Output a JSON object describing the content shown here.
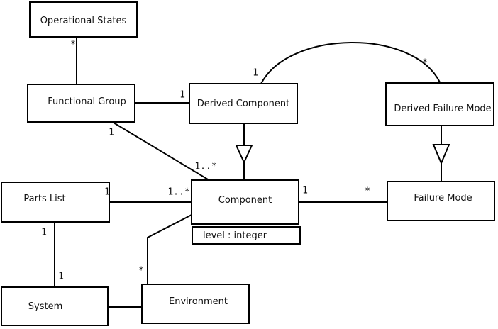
{
  "diagram": {
    "kind": "uml-class-diagram",
    "colors": {
      "line": "#000000",
      "box_fill": "#ffffff",
      "background": "#ffffff",
      "text": "#111111"
    },
    "classes": [
      {
        "id": "operational-states",
        "name": "Operational States"
      },
      {
        "id": "functional-group",
        "name": "Functional Group"
      },
      {
        "id": "derived-component",
        "name": "Derived Component"
      },
      {
        "id": "derived-failure-mode",
        "name": "Derived Failure Mode"
      },
      {
        "id": "parts-list",
        "name": "Parts List"
      },
      {
        "id": "component",
        "name": "Component",
        "attributes": [
          "level : integer"
        ]
      },
      {
        "id": "failure-mode",
        "name": "Failure Mode"
      },
      {
        "id": "system",
        "name": "System"
      },
      {
        "id": "environment",
        "name": "Environment"
      }
    ],
    "multiplicities": [
      {
        "text": "*",
        "edge": "operational-states--functional-group",
        "near": "operational-states"
      },
      {
        "text": "1",
        "edge": "functional-group--derived-component",
        "near": "derived-component"
      },
      {
        "text": "1",
        "edge": "functional-group--component",
        "near": "functional-group"
      },
      {
        "text": "1..*",
        "edge": "functional-group--component",
        "near": "component"
      },
      {
        "text": "1",
        "edge": "derived-component--derived-failure-mode",
        "near": "derived-component"
      },
      {
        "text": "*",
        "edge": "derived-component--derived-failure-mode",
        "near": "derived-failure-mode"
      },
      {
        "text": "1",
        "edge": "parts-list--component",
        "near": "parts-list"
      },
      {
        "text": "1..*",
        "edge": "parts-list--component",
        "near": "component"
      },
      {
        "text": "1",
        "edge": "component--failure-mode",
        "near": "component"
      },
      {
        "text": "*",
        "edge": "component--failure-mode",
        "near": "failure-mode"
      },
      {
        "text": "1",
        "edge": "parts-list--system",
        "near": "parts-list"
      },
      {
        "text": "1",
        "edge": "parts-list--system",
        "near": "system"
      },
      {
        "text": "*",
        "edge": "component--environment",
        "near": "environment"
      }
    ],
    "generalizations": [
      {
        "from": "derived-component",
        "to": "component"
      },
      {
        "from": "derived-failure-mode",
        "to": "failure-mode"
      }
    ],
    "plain_associations": [
      "operational-states--functional-group",
      "functional-group--derived-component",
      "functional-group--component",
      "derived-component--derived-failure-mode",
      "parts-list--component",
      "component--failure-mode",
      "parts-list--system",
      "system--environment",
      "component--environment"
    ]
  }
}
